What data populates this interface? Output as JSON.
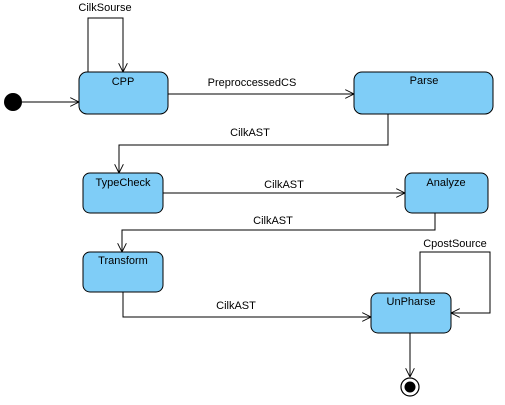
{
  "diagram": {
    "states": {
      "cpp": "CPP",
      "parse": "Parse",
      "typecheck": "TypeCheck",
      "analyze": "Analyze",
      "transform": "Transform",
      "unparse": "UnPharse"
    },
    "transitions": {
      "cilk_source": "CilkSourse",
      "preprocessed": "PreproccessedCS",
      "parse_to_typecheck": "CilkAST",
      "typecheck_to_analyze": "CilkAST",
      "analyze_to_transform": "CilkAST",
      "transform_to_unparse": "CilkAST",
      "cpost_source": "CpostSource"
    },
    "colors": {
      "state_fill": "#7fcdf7",
      "line": "#000000"
    }
  }
}
